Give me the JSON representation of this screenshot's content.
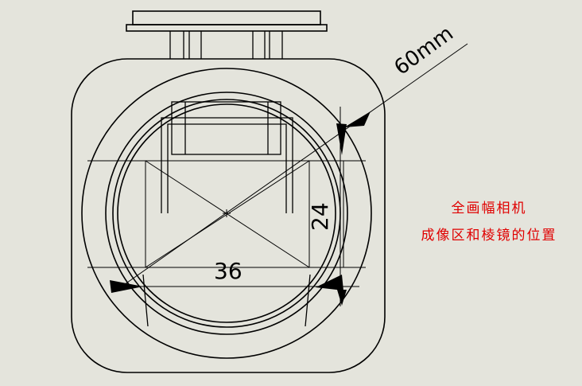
{
  "dimensions": {
    "diagonal": "60mm",
    "width": "36",
    "height": "24"
  },
  "caption": {
    "line1": "全画幅相机",
    "line2": "成像区和棱镜的位置"
  },
  "colors": {
    "background": "#e4e4dc",
    "lines": "#000000",
    "caption": "#e00000"
  }
}
